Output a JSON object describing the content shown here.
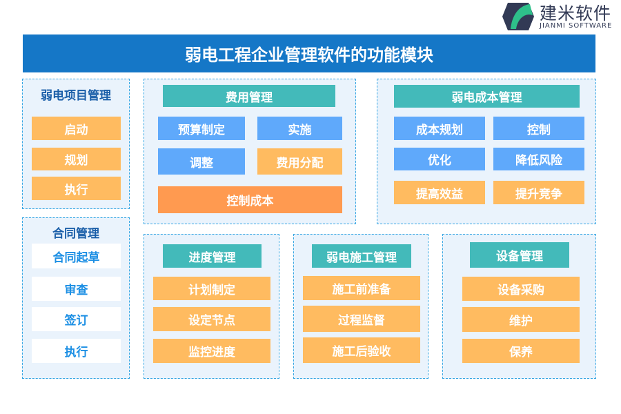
{
  "logo": {
    "name": "建米软件",
    "sub": "JIANMI SOFTWARE"
  },
  "title": "弱电工程企业管理软件的功能模块",
  "project": {
    "title": "弱电项目管理",
    "items": [
      "启动",
      "规划",
      "执行"
    ]
  },
  "contract": {
    "title": "合同管理",
    "items": [
      "合同起草",
      "审查",
      "签订",
      "执行"
    ]
  },
  "cost": {
    "title": "费用管理",
    "items": [
      "预算制定",
      "实施",
      "调整",
      "费用分配",
      "控制成本"
    ]
  },
  "weak_cost": {
    "title": "弱电成本管理",
    "items": [
      "成本规划",
      "控制",
      "优化",
      "降低风险",
      "提高效益",
      "提升竞争"
    ]
  },
  "progress": {
    "title": "进度管理",
    "items": [
      "计划制定",
      "设定节点",
      "监控进度"
    ]
  },
  "construction": {
    "title": "弱电施工管理",
    "items": [
      "施工前准备",
      "过程监督",
      "施工后验收"
    ]
  },
  "equipment": {
    "title": "设备管理",
    "items": [
      "设备采购",
      "维护",
      "保养"
    ]
  },
  "colors": {
    "title_bar": "#1577c7",
    "teal": "#43baba",
    "blue": "#5fa9fb",
    "yellow": "#ffbb60",
    "orange": "#ff9a50"
  }
}
